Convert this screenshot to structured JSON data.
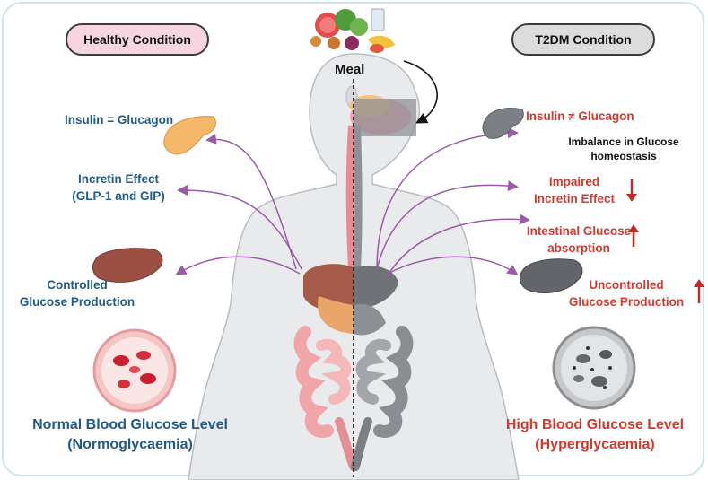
{
  "healthy": {
    "title": "Healthy Condition",
    "insulin": "Insulin = Glucagon",
    "incretin_line1": "Incretin Effect",
    "incretin_line2": "(GLP-1 and GIP)",
    "glucose_line1": "Controlled",
    "glucose_line2": "Glucose Production",
    "blood_line1": "Normal Blood Glucose Level",
    "blood_line2": "(Normoglycaemia)"
  },
  "meal": "Meal",
  "t2dm": {
    "title": "T2DM Condition",
    "insulin": "Insulin ≠ Glucagon",
    "imbalance_line1": "Imbalance in Glucose",
    "imbalance_line2": "homeostasis",
    "incretin_line1": "Impaired",
    "incretin_line2": "Incretin Effect",
    "absorption_line1": "Intestinal Glucose",
    "absorption_line2": "absorption",
    "glucose_line1": "Uncontrolled",
    "glucose_line2": "Glucose Production",
    "blood_line1": "High Blood Glucose Level",
    "blood_line2": "(Hyperglycaemia)"
  },
  "colors": {
    "healthy_text": "#1f5a8a",
    "t2dm_text": "#d23a2e",
    "healthy_pill": "#f6d5e1",
    "t2dm_pill": "#dcdcdc",
    "arrow": "#9b5aa8",
    "frame": "#c9e6ea"
  },
  "icons": [
    "meal-icon",
    "pancreas-icon",
    "liver-icon",
    "blood-vessel-icon",
    "human-body-icon",
    "digestive-system-icon",
    "arrow-up-icon",
    "arrow-down-icon"
  ]
}
